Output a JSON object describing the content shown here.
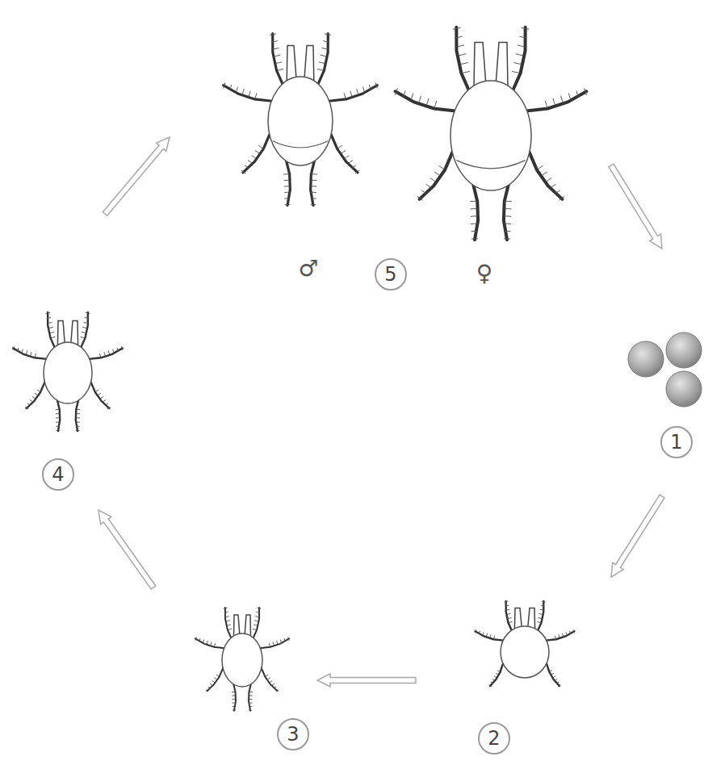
{
  "diagram": {
    "labels": [
      "♂",
      "5",
      "♀",
      "1",
      "4",
      "3",
      "2"
    ]
  }
}
